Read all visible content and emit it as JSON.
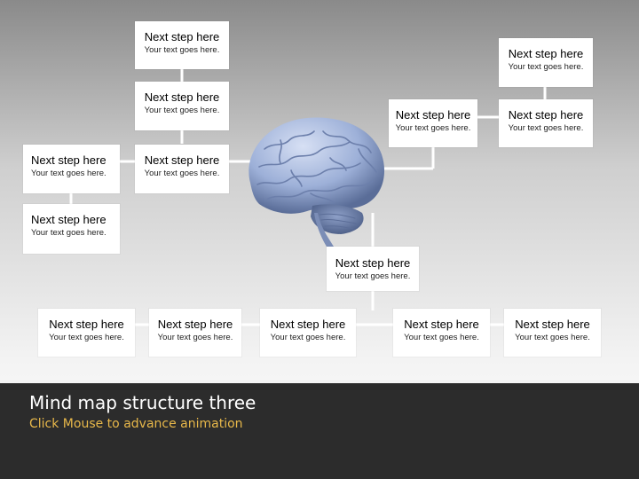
{
  "nodes": [
    {
      "title": "Next step here",
      "text": "Your text goes here."
    },
    {
      "title": "Next step here",
      "text": "Your text goes here."
    },
    {
      "title": "Next step here",
      "text": "Your text goes here."
    },
    {
      "title": "Next step here",
      "text": "Your text goes here."
    },
    {
      "title": "Next step here",
      "text": "Your text goes here."
    },
    {
      "title": "Next step here",
      "text": "Your text goes here."
    },
    {
      "title": "Next step here",
      "text": "Your text goes here."
    },
    {
      "title": "Next step here",
      "text": "Your text goes here."
    },
    {
      "title": "Next step here",
      "text": "Your text goes here."
    },
    {
      "title": "Next step here",
      "text": "Your text goes here."
    },
    {
      "title": "Next step here",
      "text": "Your text goes here."
    },
    {
      "title": "Next step here",
      "text": "Your text goes here."
    },
    {
      "title": "Next step here",
      "text": "Your text goes here."
    },
    {
      "title": "Next step here",
      "text": "Your text goes here."
    }
  ],
  "footer": {
    "title": "Mind map structure three",
    "subtitle": "Click Mouse to advance animation"
  },
  "colors": {
    "footer_background": "#2c2c2c",
    "footer_title": "#ffffff",
    "footer_subtitle": "#e8b84a",
    "connector": "#ffffff",
    "node_background": "#ffffff",
    "brain": "#9db0d8"
  },
  "icons": {
    "center": "brain-image"
  }
}
